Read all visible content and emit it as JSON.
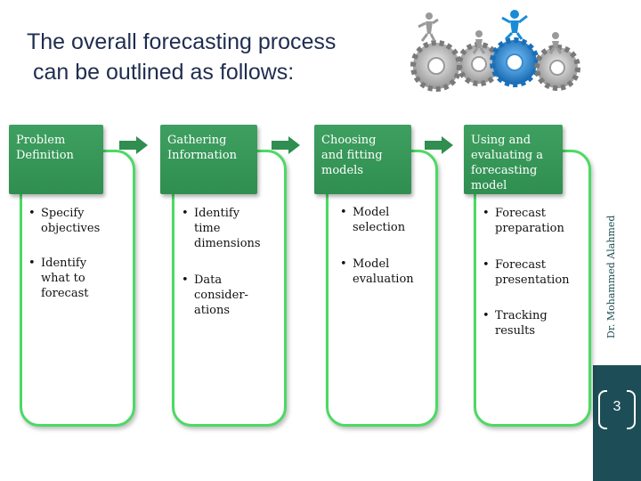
{
  "slide": {
    "title_line1": "The overall forecasting process",
    "title_line2": "can be outlined as follows:",
    "author": "Dr. Mohammed Alahmed",
    "page_number": "3"
  },
  "columns": [
    {
      "heading": "Problem\nDefinition",
      "bullets": [
        "Specify\nobjectives",
        "Identify\nwhat to\nforecast"
      ]
    },
    {
      "heading": "Gathering\nInformation",
      "bullets": [
        "Identify\ntime\ndimensions",
        "Data\nconsider-\nations"
      ]
    },
    {
      "heading": "Choosing\nand fitting\nmodels",
      "bullets": [
        "Model\nselection",
        "Model\nevaluation"
      ]
    },
    {
      "heading": "Using and\nevaluating a\nforecasting\nmodel",
      "bullets": [
        "Forecast\npreparation",
        "Forecast\npresentation",
        "Tracking\nresults"
      ]
    }
  ],
  "colors": {
    "accent": "#2f8e50",
    "border": "#4cd964",
    "sidebar": "#1d4e57",
    "title": "#1f2d4f",
    "gear_blue": "#1a8bd6"
  },
  "icons": [
    "gears-people-image",
    "right-arrow-icon"
  ]
}
